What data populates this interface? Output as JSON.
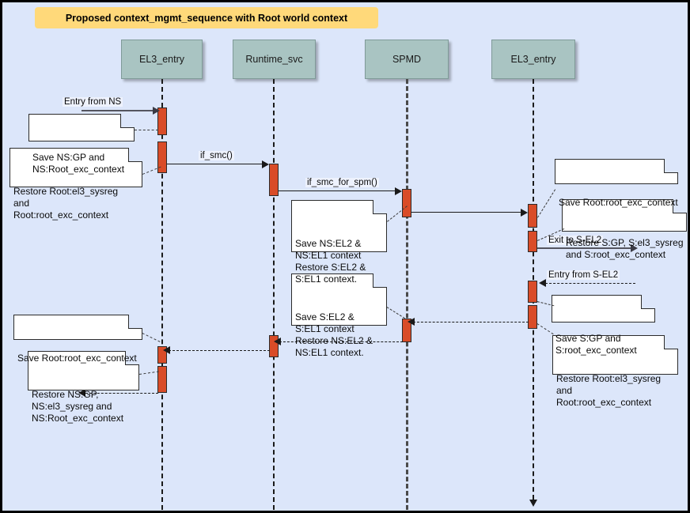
{
  "diagram": {
    "title": "Proposed context_mgmt_sequence with Root world context",
    "background_color": "#dce6fa",
    "title_bar_color": "#ffd97a",
    "participant_color": "#a9c4c2",
    "activation_color": "#d94c28",
    "type": "sequence-diagram"
  },
  "participants": [
    {
      "id": "el3_left",
      "label": "EL3_entry"
    },
    {
      "id": "runtime_svc",
      "label": "Runtime_svc"
    },
    {
      "id": "spmd",
      "label": "SPMD"
    },
    {
      "id": "el3_right",
      "label": "EL3_entry"
    }
  ],
  "messages": [
    {
      "id": "m1",
      "label": "Entry from NS"
    },
    {
      "id": "m2",
      "label": "if_smc()"
    },
    {
      "id": "m3",
      "label": "if_smc_for_spm()"
    },
    {
      "id": "m4",
      "label": "Exit to S-EL2"
    },
    {
      "id": "m5",
      "label": "Entry from S-EL2"
    }
  ],
  "notes": [
    {
      "id": "n1",
      "text": "Save NS:GP and\nNS:Root_exc_context"
    },
    {
      "id": "n2",
      "text": "Restore Root:el3_sysreg\nand\nRoot:root_exc_context"
    },
    {
      "id": "n3",
      "text": "Save NS:EL2 &\nNS:EL1 context\nRestore S:EL2 &\nS:EL1 context."
    },
    {
      "id": "n4",
      "text": "Save Root:root_exc_context"
    },
    {
      "id": "n5",
      "text": "Restore S:GP, S:el3_sysreg\nand S:root_exc_context"
    },
    {
      "id": "n6",
      "text": "Save S:GP and\nS:root_exc_context"
    },
    {
      "id": "n7",
      "text": "Restore Root:el3_sysreg\nand\nRoot:root_exc_context"
    },
    {
      "id": "n8",
      "text": "Save S:EL2 &\nS:EL1 context\nRestore NS:EL2 &\nNS:EL1 context."
    },
    {
      "id": "n9",
      "text": "Save Root:root_exc_context"
    },
    {
      "id": "n10",
      "text": "Restore NS:GP,\nNS:el3_sysreg and\nNS:Root_exc_context"
    }
  ]
}
